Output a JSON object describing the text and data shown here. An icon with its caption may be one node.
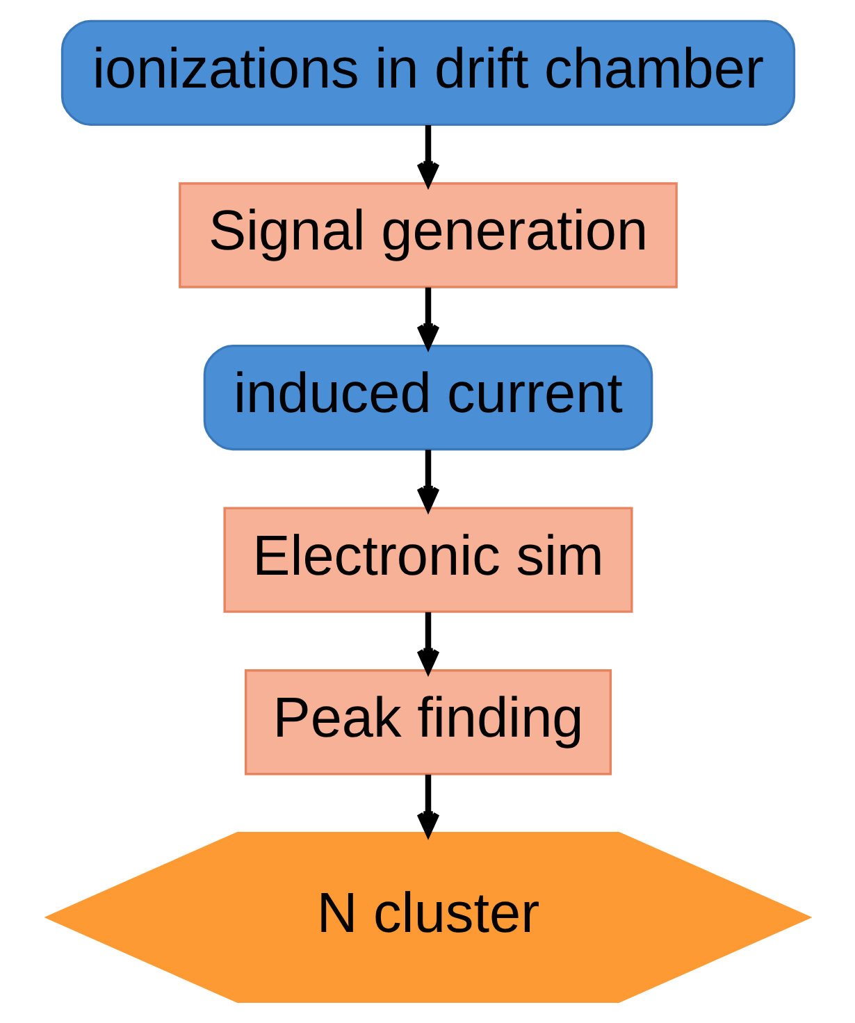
{
  "diagram": {
    "nodes": [
      {
        "text": [
          "ionizations in drift chamber"
        ]
      },
      {
        "text": [
          "Signal generation"
        ]
      },
      {
        "text": [
          "induced current"
        ]
      },
      {
        "text": [
          "Electronic sim"
        ]
      },
      {
        "text": [
          "Peak finding"
        ]
      },
      {
        "text": [
          "N cluster"
        ]
      }
    ],
    "edges": [
      {
        "from": 0,
        "to": 1,
        "arrow": "to"
      },
      {
        "from": 1,
        "to": 2,
        "arrow": "to"
      },
      {
        "from": 2,
        "to": 3,
        "arrow": "to"
      },
      {
        "from": 3,
        "to": 4,
        "arrow": "to"
      },
      {
        "from": 4,
        "to": 5,
        "arrow": "to"
      }
    ]
  }
}
